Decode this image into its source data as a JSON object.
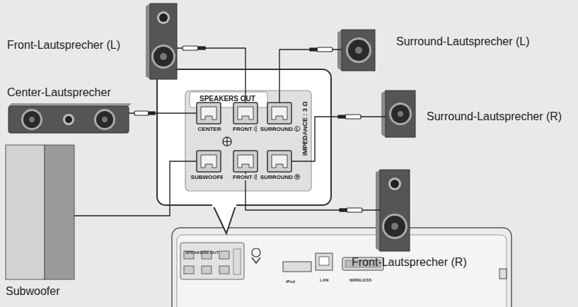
{
  "diagram": {
    "nodes": [
      {
        "text": [
          "Front-Lautsprecher (L)"
        ]
      },
      {
        "text": [
          "Surround-Lautsprecher (L)"
        ]
      },
      {
        "text": [
          "Center-Lautsprecher"
        ]
      },
      {
        "text": [
          "SPEAKERS OUT",
          "IMPEDANCE : 3 Ω"
        ]
      },
      {
        "text": [
          "CENTER"
        ],
        "in": 3
      },
      {
        "text": [
          "FRONT Ⓛ"
        ],
        "in": 3
      },
      {
        "text": [
          "SURROUND Ⓛ"
        ],
        "in": 3
      },
      {
        "text": [
          "SUBWOOFER"
        ],
        "in": 3
      },
      {
        "text": [
          "FRONT Ⓡ"
        ],
        "in": 3
      },
      {
        "text": [
          "SURROUND Ⓡ"
        ],
        "in": 3
      },
      {
        "text": [
          "Surround-Lautsprecher (R)"
        ]
      },
      {
        "text": [
          "Front-Lautsprecher (R)"
        ]
      },
      {
        "text": [
          "Subwoofer"
        ]
      }
    ],
    "edges": [
      {
        "from": 0,
        "to": 5,
        "arrow": "none"
      },
      {
        "from": 1,
        "to": 6,
        "arrow": "none"
      },
      {
        "from": 2,
        "to": 4,
        "arrow": "none"
      },
      {
        "from": 10,
        "to": 9,
        "arrow": "none"
      },
      {
        "from": 11,
        "to": 8,
        "arrow": "none"
      },
      {
        "from": 12,
        "to": 7,
        "arrow": "none"
      }
    ],
    "labels": [
      "SPEAKERS OUT",
      "iPod",
      "LAN",
      "WIRELESS"
    ]
  }
}
